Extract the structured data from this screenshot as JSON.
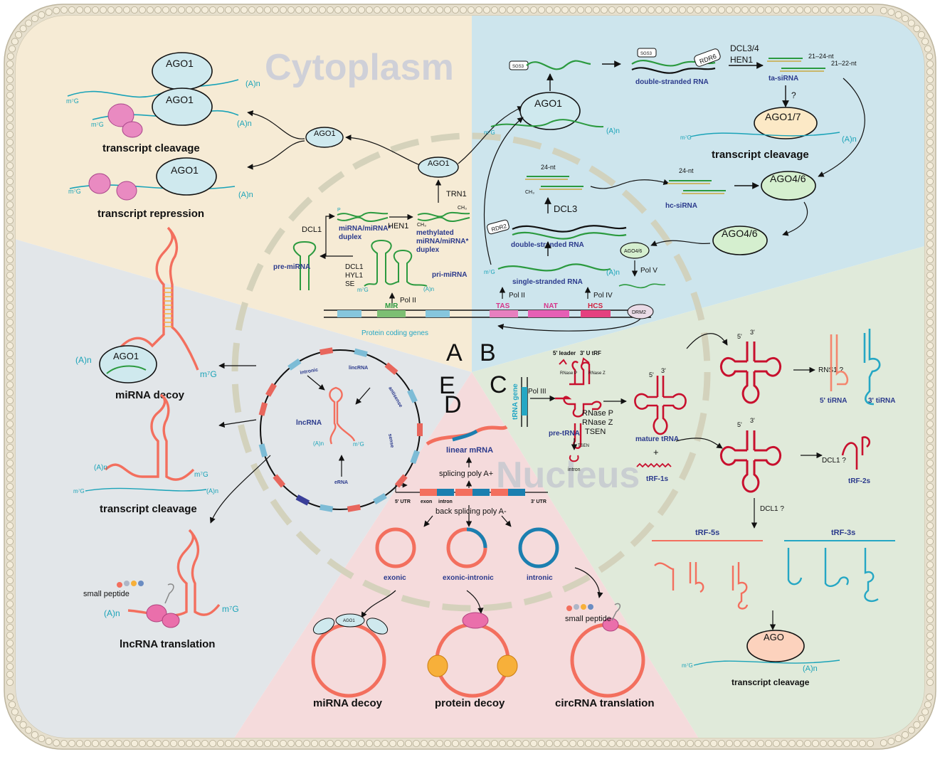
{
  "regions": {
    "cytoplasm": "Cytoplasm",
    "nucleus": "Nucleus"
  },
  "panels": {
    "A": "A",
    "B": "B",
    "C": "C",
    "D": "D",
    "E": "E"
  },
  "colors": {
    "membrane": "#e8e1d0",
    "membrane_dot": "#f4eddb",
    "panel_A": "#f7ecd6",
    "panel_B": "#cfe6ee",
    "panel_C": "#e1ebd8",
    "panel_D": "#f6dcdd",
    "panel_E": "#e3e7ea",
    "nucleus_ring": "#d6d3bc",
    "label_blue": "#2b3a8c",
    "label_cyan": "#25a7c4",
    "rna_green": "#2b9a3f",
    "trna_red": "#c8102e",
    "lnc_coral": "#f36f5e"
  },
  "panelA": {
    "ago1": "AGO1",
    "cap": "m⁷G",
    "polyA": "(A)n",
    "transcript_cleavage": "transcript cleavage",
    "transcript_repression": "transcript repression",
    "trn1": "TRN1",
    "hen1": "HEN1",
    "dcl1": "DCL1",
    "duplex": [
      "miRNA/miRNA*",
      "duplex"
    ],
    "methylated_duplex": [
      "methylated",
      "miRNA/miRNA*",
      "duplex"
    ],
    "pre_mirna": "pre-miRNA",
    "pri_mirna": "pri-miRNA",
    "processing": [
      "DCL1",
      "HYL1",
      "SE"
    ],
    "pol2": "Pol II",
    "p": "P",
    "ch3": "CH₃",
    "mir": "MIR",
    "protein_coding": "Protein coding genes"
  },
  "panelB": {
    "sgs3": "SGS3",
    "rdr6": "RDR6",
    "rdr2": "RDR2",
    "double_stranded": "double-stranded RNA",
    "single_stranded": "single-stranded RNA",
    "dcl34": "DCL3/4",
    "hen1": "HEN1",
    "len_2124": "21–24-nt",
    "len_2122": "21–22-nt",
    "ta_sirna": "ta-siRNA",
    "question": "?",
    "ago17": "AGO1/7",
    "transcript_cleavage": "transcript cleavage",
    "nt24": "24-nt",
    "dcl3": "DCL3",
    "hc_sirna": "hc-siRNA",
    "ago46": "AGO4/6",
    "pol5": "Pol V",
    "pol4": "Pol IV",
    "pol2": "Pol II",
    "drm2": "DRM2",
    "tas": "TAS",
    "nat": "NAT",
    "hcs": "HCS",
    "ch3": "CH₃"
  },
  "panelC": {
    "trna_gene": "tRNA gene",
    "pol3": "Pol III",
    "pre_trna": "pre-tRNA",
    "leader5": "5' leader",
    "utrf3": "3' U tRF",
    "rnase_p_small": "RNase P",
    "rnase_z_small": "RNase Z",
    "tsen_small": "TSEN",
    "intron": "intron",
    "processing": [
      "RNase P",
      "RNase Z",
      "TSEN"
    ],
    "mature_trna": "mature tRNA",
    "plus": "+",
    "trf1s": "tRF-1s",
    "rns1": "RNS1 ?",
    "tirna5": "5' tiRNA",
    "tirna3": "3' tiRNA",
    "dcl1q": "DCL1 ?",
    "trf2s": "tRF-2s",
    "trf5s": "tRF-5s",
    "trf3s": "tRF-3s",
    "ago": "AGO",
    "transcript_cleavage": "transcript cleavage",
    "prime5": "5'",
    "prime3": "3'"
  },
  "panelD": {
    "linear_mrna": "linear mRNA",
    "splicing": "splicing poly A+",
    "back_splicing": "back splicing poly A-",
    "utr5": "5' UTR",
    "exon": "exon",
    "intron": "intron",
    "utr3": "3' UTR",
    "exonic": "exonic",
    "exonic_intronic": "exonic-intronic",
    "intronic": "intronic",
    "small_peptide": "small peptide",
    "mirna_decoy": "miRNA decoy",
    "protein_decoy": "protein decoy",
    "circrna_translation": "circRNA translation",
    "ago1": "AGO1"
  },
  "panelE": {
    "lncrna": "lncRNA",
    "intronic": "intronic",
    "lincrna": "lincRNA",
    "antisense": "antisense",
    "sense": "sense",
    "erna": "eRNA",
    "ago1": "AGO1",
    "mirna_decoy": "miRNA decoy",
    "transcript_cleavage": "transcript cleavage",
    "small_peptide": "small peptide",
    "lncrna_translation": "lncRNA translation",
    "cap": "m⁷G",
    "polyA": "(A)n"
  }
}
